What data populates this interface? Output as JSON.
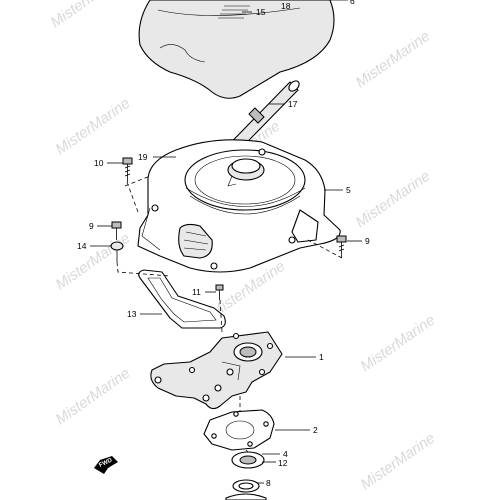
{
  "diagram": {
    "watermark_text": "MisterMarine",
    "fwd_label": "FWD",
    "callouts": {
      "p1": "1",
      "p2": "2",
      "p4": "4",
      "p5": "5",
      "p6": "6",
      "p8": "8",
      "p9a": "9",
      "p9b": "9",
      "p10": "10",
      "p11": "11",
      "p12": "12",
      "p13": "13",
      "p14": "14",
      "p15": "15",
      "p17": "17",
      "p18": "18",
      "p19": "19"
    }
  }
}
